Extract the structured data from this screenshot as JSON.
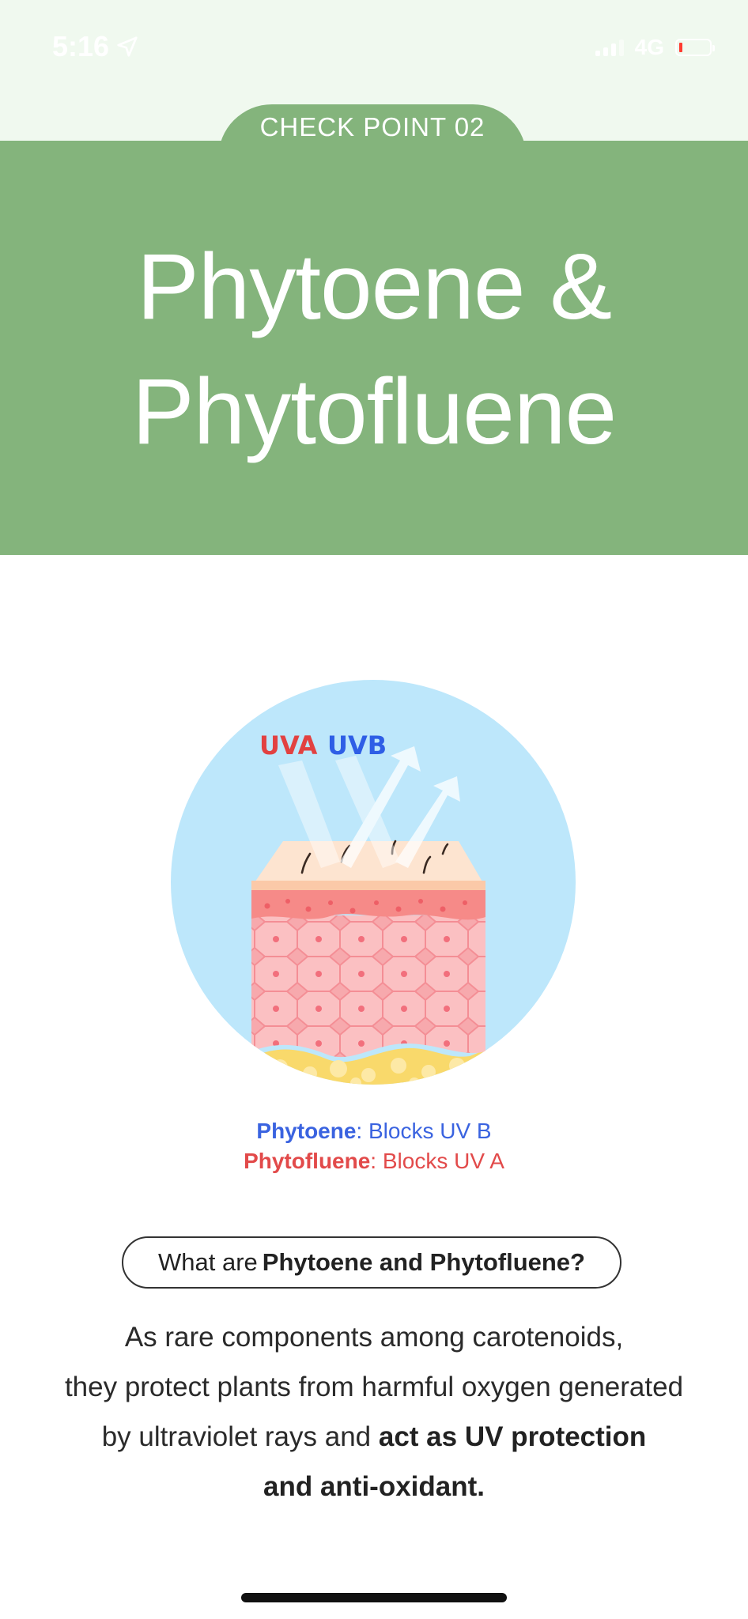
{
  "status_bar": {
    "time": "5:16",
    "network": "4G"
  },
  "hero": {
    "badge": "CHECK POINT 02",
    "title_line1": "Phytoene &",
    "title_line2": "Phytofluene",
    "background_color": "#84b47c"
  },
  "illustration": {
    "uva_label": "UVA",
    "uvb_label": "UVB"
  },
  "legend": {
    "phytoene_name": "Phytoene",
    "phytoene_desc": ": Blocks UV B",
    "phytofluene_name": "Phytofluene",
    "phytofluene_desc": ": Blocks UV A"
  },
  "question": {
    "prefix": "What are",
    "bold": "Phytoene and Phytofluene?"
  },
  "body": {
    "line1": "As rare components among carotenoids,",
    "line2": "they protect plants from harmful oxygen generated",
    "line3_plain": "by ultraviolet rays and",
    "line3_bold": "act as UV protection",
    "line4_bold": "and anti-oxidant."
  }
}
